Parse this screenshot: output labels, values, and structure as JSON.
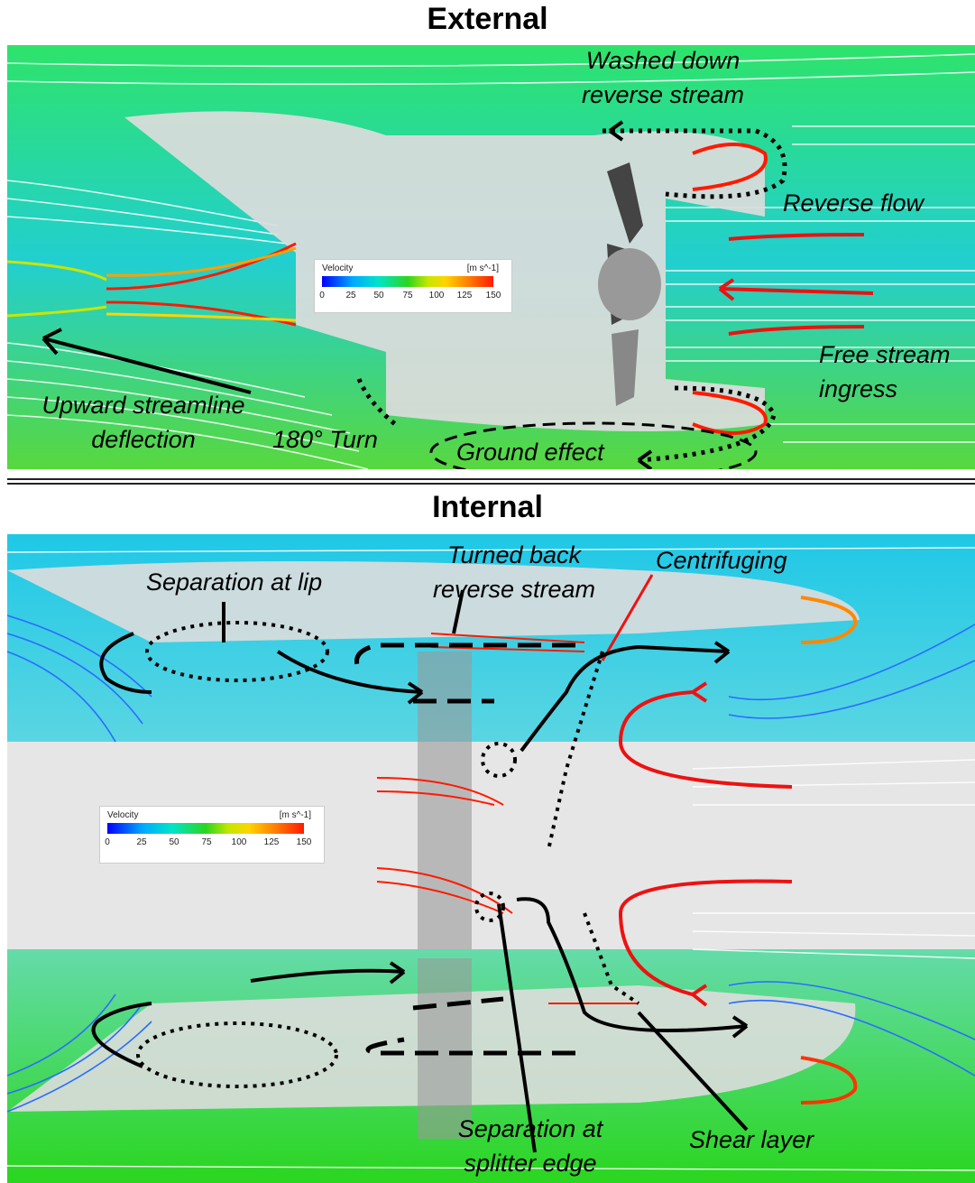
{
  "titles": {
    "external": "External",
    "internal": "Internal"
  },
  "external": {
    "annotations": {
      "washed_down_line1": "Washed down",
      "washed_down_line2": "reverse stream",
      "reverse_flow": "Reverse flow",
      "free_stream_line1": "Free stream",
      "free_stream_line2": "ingress",
      "upward_line1": "Upward streamline",
      "upward_line2": "deflection",
      "turn": "180° Turn",
      "ground_effect": "Ground effect"
    },
    "legend": {
      "title": "Velocity",
      "unit": "[m s^-1]",
      "ticks": [
        "0",
        "25",
        "50",
        "75",
        "100",
        "125",
        "150"
      ]
    }
  },
  "internal": {
    "annotations": {
      "separation_lip": "Separation at lip",
      "turned_back_line1": "Turned back",
      "turned_back_line2": "reverse stream",
      "centrifuging": "Centrifuging",
      "separation_splitter_line1": "Separation at",
      "separation_splitter_line2": "splitter edge",
      "shear_layer": "Shear layer"
    },
    "legend": {
      "title": "Velocity",
      "unit": "[m s^-1]",
      "ticks": [
        "0",
        "25",
        "50",
        "75",
        "100",
        "125",
        "150"
      ]
    }
  },
  "colors": {
    "low_velocity": "#1a3cff",
    "mid_velocity": "#2ad61e",
    "high_velocity": "#ff1a00",
    "freestream": "#22cfd0",
    "nacelle": "#dcdcdc"
  }
}
